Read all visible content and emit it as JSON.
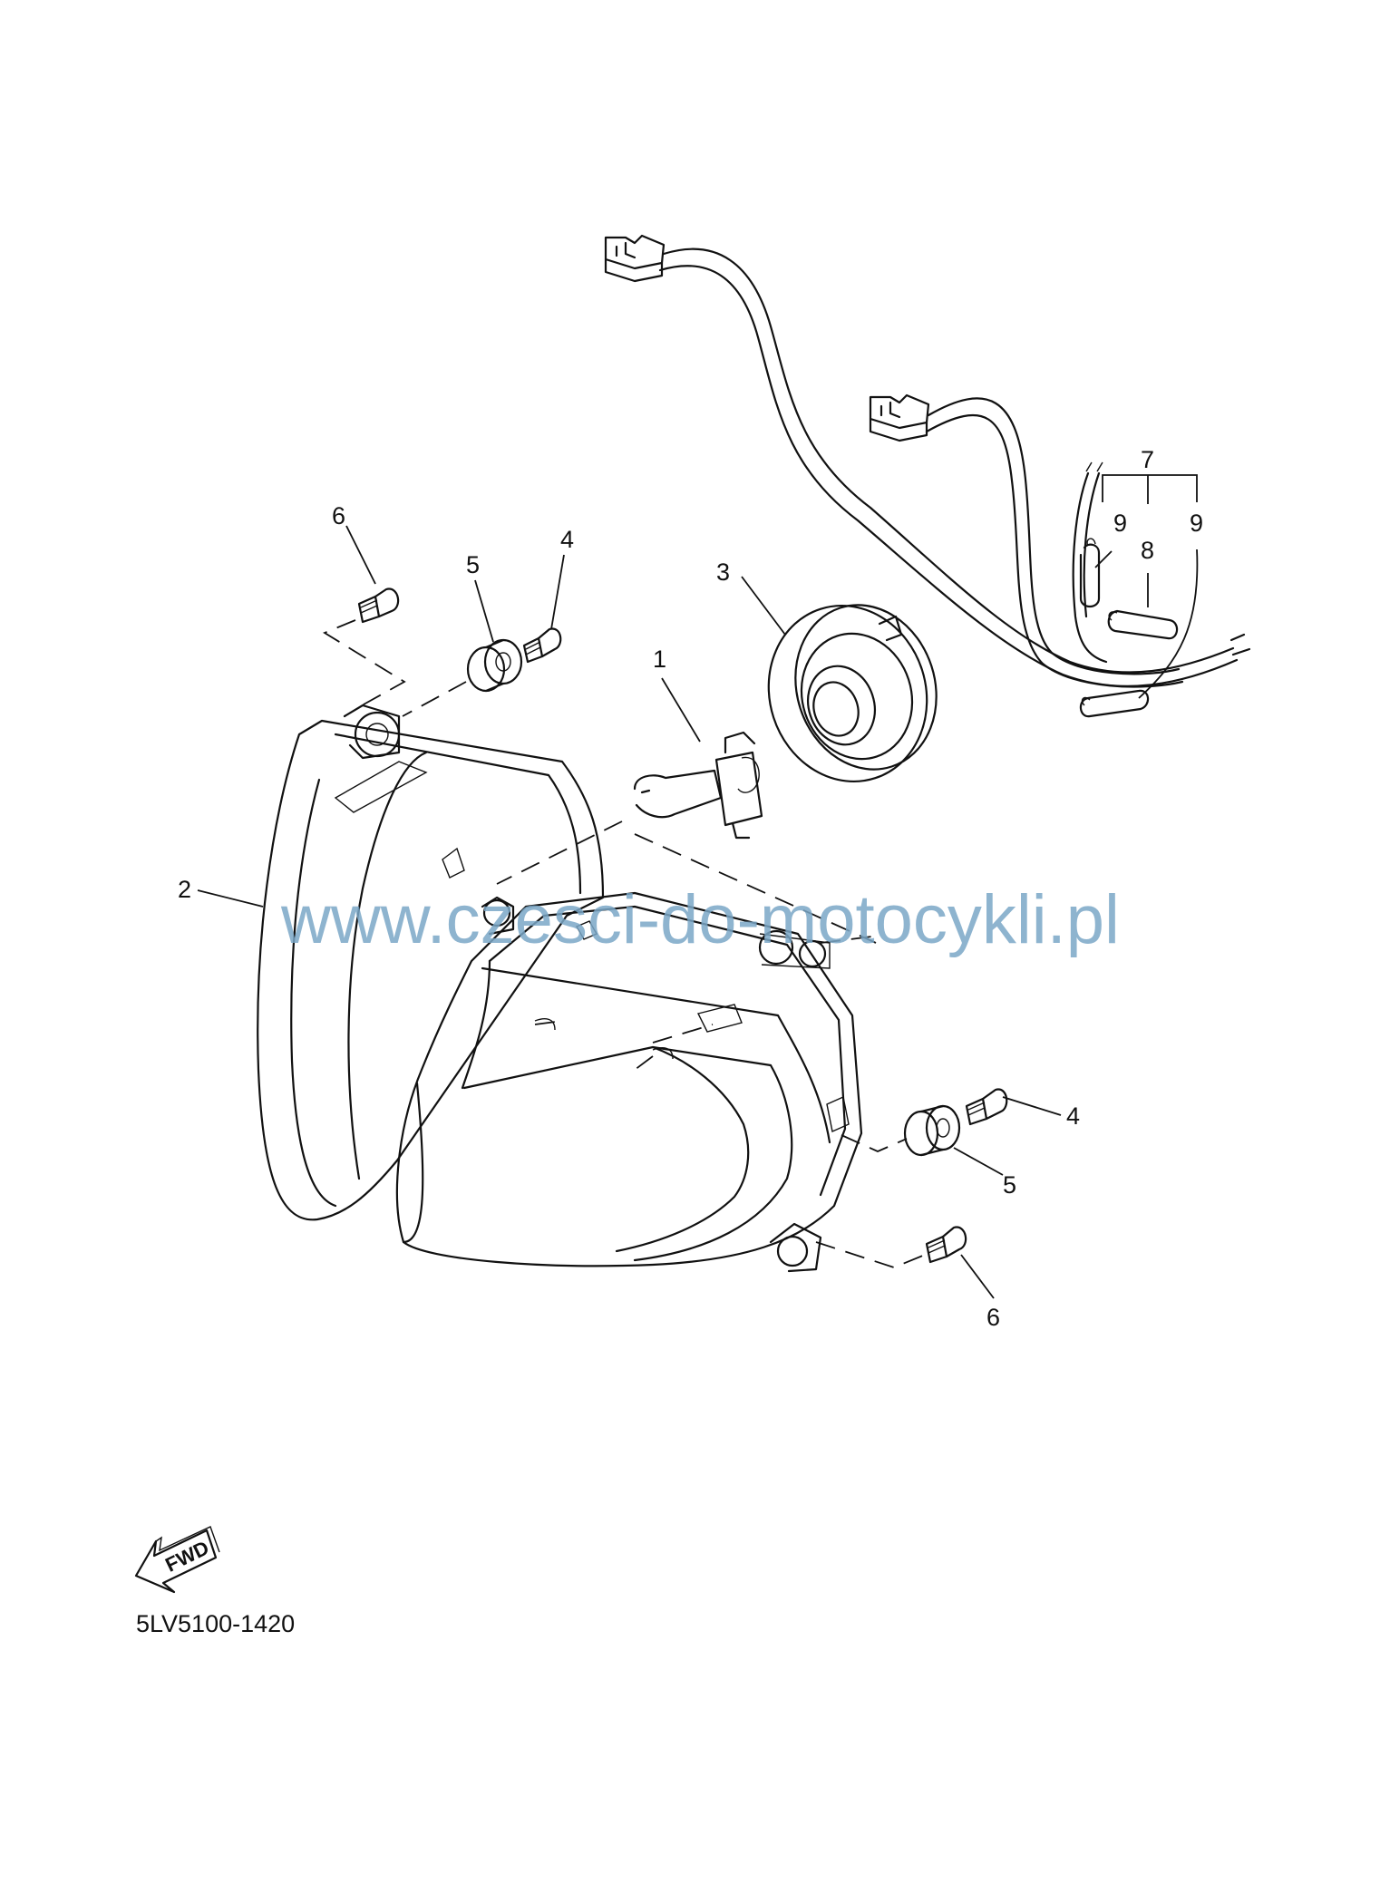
{
  "diagram": {
    "callouts": {
      "c1": "1",
      "c2": "2",
      "c3": "3",
      "c4_top": "4",
      "c4_right": "4",
      "c5_top": "5",
      "c5_right": "5",
      "c6_top": "6",
      "c6_bottom": "6",
      "c7": "7",
      "c8": "8",
      "c9_left": "9",
      "c9_right": "9"
    },
    "fwd_label": "FWD",
    "part_code": "5LV5100-1420",
    "watermark": "www.czesci-do-motocykli.pl",
    "colors": {
      "line": "#111111",
      "watermark": "#7aa7c7",
      "background": "#ffffff"
    }
  }
}
